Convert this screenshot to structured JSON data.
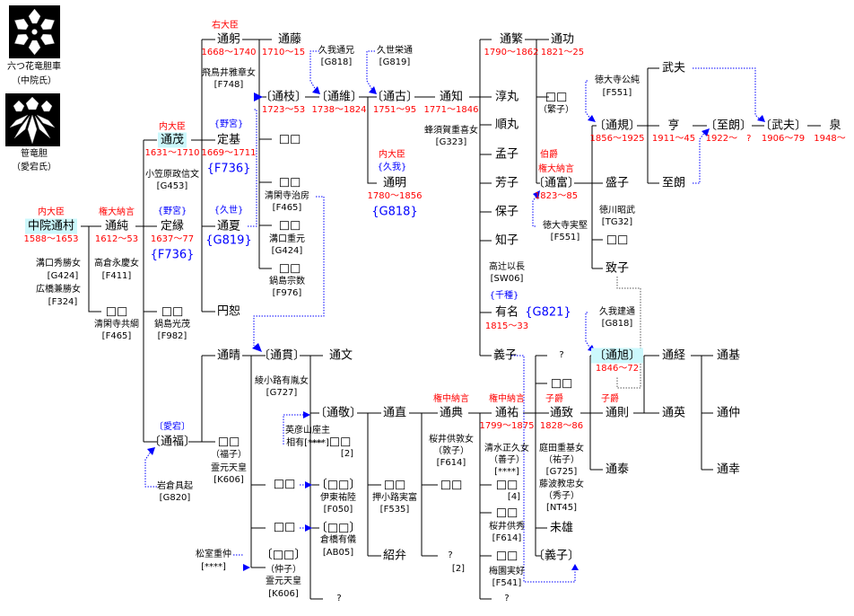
{
  "crests": [
    {
      "name": "六つ花竜胆車",
      "clan": "（中院氏）"
    },
    {
      "name": "笹竜胆",
      "clan": "（愛宕氏）"
    }
  ],
  "colors": {
    "title": "#ff0000",
    "family": "#0000ff",
    "highlight": "#ccf8fc",
    "line": "#000000",
    "adoption": "#0000ff"
  },
  "people": {
    "A": {
      "name": "中院通村",
      "title": "内大臣",
      "years": "1588～1653",
      "notes": [
        "溝口秀勝女",
        "[G424]",
        "広橋兼勝女",
        "[F324]"
      ]
    },
    "B": {
      "name": "通純",
      "title": "権大納言",
      "years": "1612～53",
      "notes": [
        "高倉永慶女",
        "[F411]"
      ]
    },
    "C": {
      "name": "□□",
      "notes": [
        "清閑寺共綱",
        "[F465]"
      ]
    },
    "D": {
      "name": "通茂",
      "title": "内大臣",
      "years": "1631～1710",
      "notes": [
        "小笠原政信文",
        "[G453]"
      ]
    },
    "E": {
      "name": "定縁",
      "family": "{野宮}",
      "years": "1637～77",
      "ref": "{F736}"
    },
    "F": {
      "name": "□□",
      "notes": [
        "鍋島光茂",
        "[F982]"
      ]
    },
    "G": {
      "name": "〔通福〕",
      "family": "〔愛宕〕"
    },
    "G1": {
      "notes": [
        "岩倉具起",
        "[G820]"
      ]
    },
    "H": {
      "name": "通躬",
      "title": "右大臣",
      "years": "1668～1740",
      "notes": [
        "飛鳥井雅章女",
        "[F748]"
      ]
    },
    "I": {
      "name": "定基",
      "family": "{野宮}",
      "years": "1669～1711",
      "ref": "{F736}"
    },
    "J": {
      "name": "通夏",
      "family": "{久世}",
      "ref": "{G819}"
    },
    "K": {
      "name": "円恕"
    },
    "L": {
      "name": "通晴"
    },
    "M": {
      "name": "□□",
      "notes": [
        "（福子）",
        "霊元天皇",
        "[K606]"
      ]
    },
    "N": {
      "name": "通藤",
      "years": "1710～15"
    },
    "O": {
      "name": "〔通枝〕",
      "years": "1723～53"
    },
    "P": {
      "name": "□□"
    },
    "Q": {
      "name": "□□",
      "notes": [
        "清閑寺治房",
        "[F465]"
      ]
    },
    "R": {
      "name": "□□",
      "notes": [
        "溝口重元",
        "[G424]"
      ]
    },
    "S": {
      "name": "□□",
      "notes": [
        "鍋島宗数",
        "[F976]"
      ]
    },
    "T": {
      "name": "〔通貫〕",
      "notes": [
        "綾小路有胤女",
        "[G727]"
      ]
    },
    "U": {
      "name": "□□"
    },
    "V": {
      "name": "□□"
    },
    "W": {
      "name": "〔□□〕",
      "notes": [
        "（仲子）",
        "霊元天皇",
        "[K606]"
      ]
    },
    "W1": {
      "notes": [
        "松室重仲",
        "[****]"
      ]
    },
    "X": {
      "name": "通文"
    },
    "X1": {
      "notes": [
        "英彦山座主",
        "相有[****]"
      ]
    },
    "Y": {
      "name": "〔通敬〕"
    },
    "Z": {
      "name": "□□",
      "notes": [
        "[2]"
      ]
    },
    "AA": {
      "name": "〔□□〕",
      "notes": [
        "伊東祐陸",
        "[F050]"
      ]
    },
    "AB": {
      "name": "〔□□〕",
      "notes": [
        "倉橋有儀",
        "[AB05]"
      ]
    },
    "AC": {
      "name": "?"
    },
    "AD0": {
      "notes": [
        "久我通兄",
        "[G818]"
      ]
    },
    "AD": {
      "name": "〔通維〕",
      "years": "1738～1824"
    },
    "AE0": {
      "notes": [
        "久世栄通",
        "[G819]"
      ]
    },
    "AE": {
      "name": "〔通古〕",
      "years": "1751～95"
    },
    "AF": {
      "name": "通明",
      "title": "内大臣",
      "family": "{久我}",
      "years": "1780～1856",
      "ref": "{G818}"
    },
    "AG": {
      "name": "通直"
    },
    "AH": {
      "name": "□□",
      "notes": [
        "押小路実富",
        "[F535]"
      ]
    },
    "AI": {
      "name": "紹弁"
    },
    "AJ": {
      "name": "通知",
      "years": "1771～1846",
      "notes": [
        "蜂須賀重喜女",
        "[G323]"
      ]
    },
    "AK": {
      "name": "通典",
      "title": "権中納言",
      "notes": [
        "桜井供敦女",
        "（敦子）",
        "[F614]"
      ]
    },
    "AL": {
      "name": "□□"
    },
    "AM": {
      "name": "?",
      "notes": [
        "[2]"
      ]
    },
    "AN": {
      "name": "通繁",
      "years": "1790～1862"
    },
    "AO": {
      "name": "淳丸"
    },
    "AP": {
      "name": "順丸"
    },
    "AQ": {
      "name": "孟子"
    },
    "AR": {
      "name": "芳子"
    },
    "AS": {
      "name": "保子"
    },
    "AT": {
      "name": "知子",
      "notes": [
        "高辻以長",
        "[SW06]"
      ]
    },
    "AU": {
      "name": "有名",
      "family": "{千種}",
      "ref": "{G821}",
      "years": "1815～33"
    },
    "AV": {
      "name": "義子"
    },
    "AW": {
      "name": "通祐",
      "title": "権中納言",
      "years": "1799～1875",
      "notes": [
        "清水正久女",
        "（善子）",
        "[****]"
      ]
    },
    "AX": {
      "name": "□□",
      "notes": [
        "[4]"
      ]
    },
    "AY": {
      "name": "□□",
      "notes": [
        "桜井供秀",
        "[F614]"
      ]
    },
    "AZ": {
      "name": "□□",
      "notes": [
        "梅園実好",
        "[F541]"
      ]
    },
    "BA": {
      "name": "?"
    },
    "BB": {
      "name": "通功",
      "years": "1821～25"
    },
    "BC": {
      "name": "□□",
      "notes": [
        "（繁子）"
      ]
    },
    "BD": {
      "name": "〔通富〕",
      "title": "伯爵",
      "title2": "権大納言",
      "years": "1823～85"
    },
    "BD1": {
      "notes": [
        "徳大寺実堅",
        "[F551]"
      ]
    },
    "BE": {
      "name": "?"
    },
    "BF": {
      "name": "□□"
    },
    "BG": {
      "name": "通致",
      "title": "子爵",
      "years": "1828～86",
      "notes": [
        "庭田重基女",
        "（祐子）",
        "[G725]",
        "藤波教忠女",
        "（秀子）",
        "[NT45]"
      ]
    },
    "BH": {
      "name": "未雄"
    },
    "BI": {
      "name": "〔義子〕"
    },
    "BJ0": {
      "notes": [
        "徳大寺公純",
        "[F551]"
      ]
    },
    "BJ": {
      "name": "〔通規〕",
      "years": "1856～1925"
    },
    "BK": {
      "name": "盛子",
      "notes": [
        "徳川昭武",
        "[TG32]"
      ]
    },
    "BL": {
      "name": "□□"
    },
    "BM": {
      "name": "致子"
    },
    "BN0": {
      "notes": [
        "久我建通",
        "[G818]"
      ]
    },
    "BN": {
      "name": "〔通旭〕",
      "years": "1846～72"
    },
    "BO": {
      "name": "通則",
      "title": "子爵"
    },
    "BP": {
      "name": "通泰"
    },
    "BQ": {
      "name": "武夫"
    },
    "BR": {
      "name": "亨",
      "years": "1911～45"
    },
    "BS": {
      "name": "至朗"
    },
    "BT": {
      "name": "通経"
    },
    "BU": {
      "name": "通英"
    },
    "BV": {
      "name": "〔至朗〕",
      "years": "1922～　?"
    },
    "BW": {
      "name": "〔武夫〕",
      "years": "1906～79"
    },
    "BX": {
      "name": "泉",
      "years": "1948～"
    },
    "BY": {
      "name": "通基"
    },
    "BZ": {
      "name": "通仲"
    },
    "CA": {
      "name": "通幸"
    }
  }
}
